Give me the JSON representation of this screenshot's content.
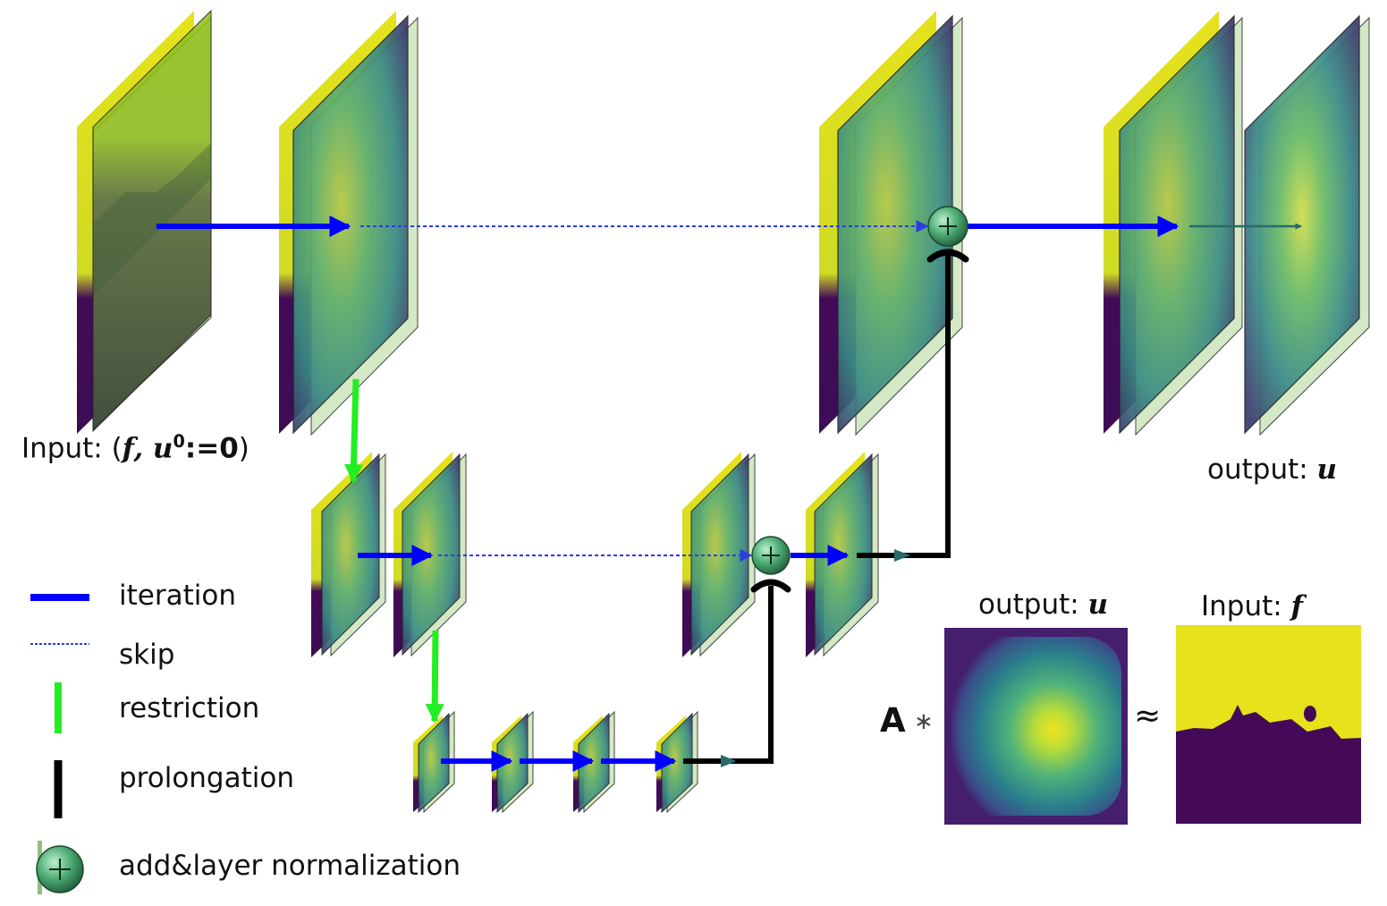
{
  "labels": {
    "input_prefix": "Input: (",
    "input_f": "f",
    "input_comma": ", ",
    "input_u": "u",
    "input_sup": "0",
    "input_assign": ":=0",
    "input_close": ")",
    "output_top_prefix": "output: ",
    "output_top_var": "u",
    "output_small_prefix": "output: ",
    "output_small_var": "u",
    "input_small_prefix": "Input: ",
    "input_small_var": "f",
    "operator_A": "A",
    "operator_conv": "∗",
    "approx": "≈"
  },
  "legend": [
    {
      "label": "iteration",
      "style": "solid-blue"
    },
    {
      "label": "skip",
      "style": "dotted-blue"
    },
    {
      "label": "restriction",
      "style": "green-bar"
    },
    {
      "label": "prolongation",
      "style": "black-bar"
    },
    {
      "label": "add&layer normalization",
      "style": "green-sphere"
    }
  ],
  "colors": {
    "iteration": "#0000ff",
    "skip": "#2a3ee0",
    "restriction": "#22ee22",
    "prolongation": "#000000",
    "viridis_yellow": "#e6e21c",
    "viridis_purple": "#440a58",
    "viridis_teal": "#3a9a8c",
    "frame_green": "#d3e8c4"
  },
  "icons": [
    "add-norm-sphere-icon"
  ]
}
